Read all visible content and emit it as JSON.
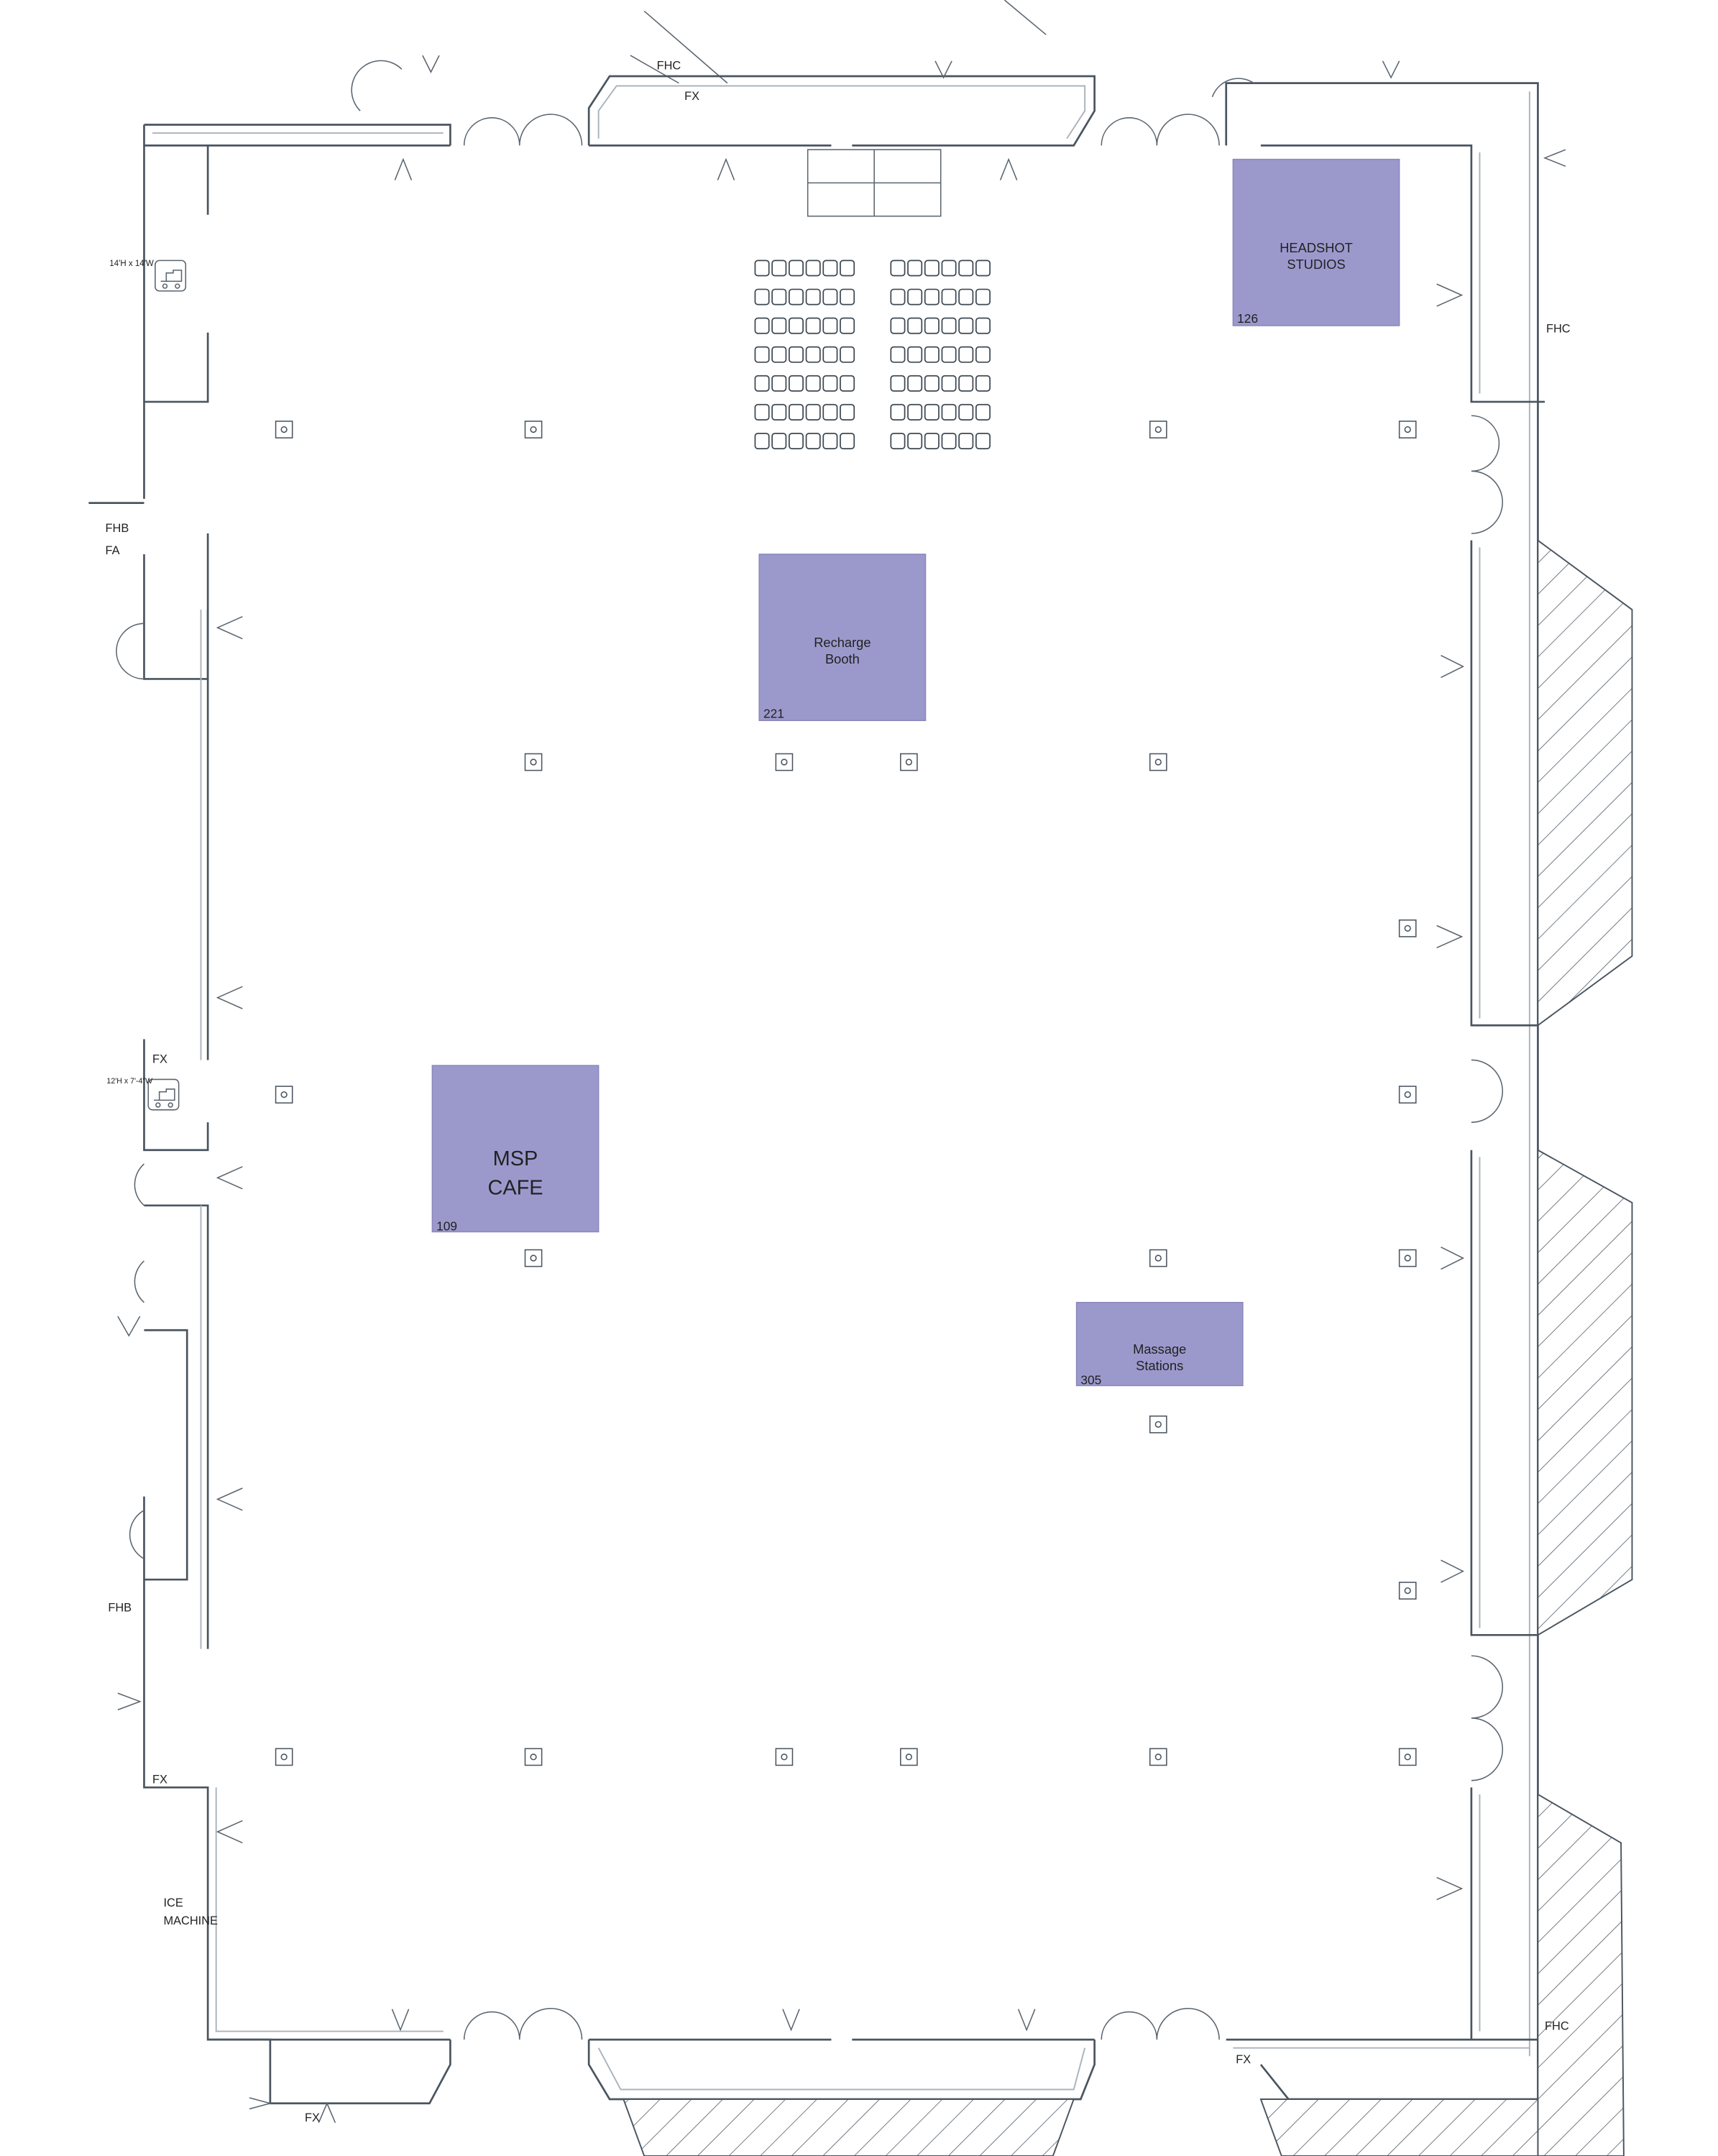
{
  "booth_color": "#9b99cc",
  "booths": [
    {
      "id": "headshot",
      "name_lines": [
        "HEADSHOT",
        "STUDIOS"
      ],
      "number": "126"
    },
    {
      "id": "recharge",
      "name_lines": [
        "Recharge",
        "Booth"
      ],
      "number": "221"
    },
    {
      "id": "cafe",
      "name_lines": [
        "MSP",
        "CAFE"
      ],
      "number": "109"
    },
    {
      "id": "massage",
      "name_lines": [
        "Massage",
        "Stations"
      ],
      "number": "305"
    }
  ],
  "labels": {
    "fhc_top": "FHC",
    "fx_top": "FX",
    "fhc_right": "FHC",
    "fhc_bottom_right": "FHC",
    "fhb_upper": "FHB",
    "fa": "FA",
    "fx_left": "FX",
    "fhb_lower": "FHB",
    "fx_lower_left": "FX",
    "ice": "ICE",
    "machine": "MACHINE",
    "fx_bottom_left": "FX",
    "fx_bottom_right": "FX",
    "dock_upper": "14'H x 14'W",
    "dock_lower": "12'H x 7'-4\"W"
  },
  "icons": [
    "truck-icon",
    "truck-icon"
  ]
}
